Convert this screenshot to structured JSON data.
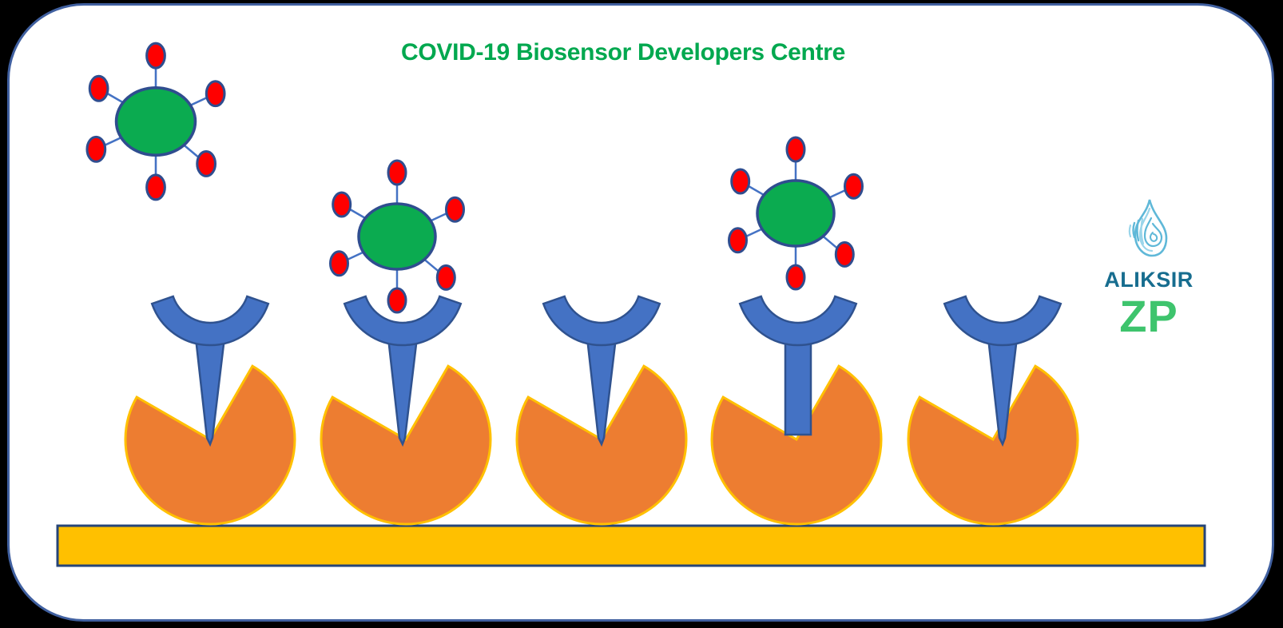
{
  "title": {
    "text": "COVID-19 Biosensor Developers Centre"
  },
  "logos": {
    "aliksir": {
      "label": "ALIKSIR"
    },
    "zp": {
      "label": "ZP"
    }
  },
  "diagram": {
    "substrate_bar": {
      "name": "sensor-substrate-bar"
    },
    "biosensor_units": [
      {
        "name": "biosensor-unit-1",
        "receptor": "antibody",
        "virus_bound": false
      },
      {
        "name": "biosensor-unit-2",
        "receptor": "antibody",
        "virus_bound": true
      },
      {
        "name": "biosensor-unit-3",
        "receptor": "antibody",
        "virus_bound": false
      },
      {
        "name": "biosensor-unit-4",
        "receptor": "antibody",
        "virus_bound": true
      },
      {
        "name": "biosensor-unit-5",
        "receptor": "antibody",
        "virus_bound": false
      }
    ],
    "virus_particles": {
      "count": 3,
      "free": 1,
      "captured": 2,
      "spikes_per_particle": 6
    }
  },
  "colors": {
    "background": "#000000",
    "panel_border": "#4060A0",
    "title_green": "#00A84F",
    "virus_green": "#0BAB50",
    "spike_red": "#FF0000",
    "virus_outline": "#2F4D8F",
    "antibody_blue": "#4472C4",
    "antibody_outline": "#2F528F",
    "enzyme_orange": "#ED7D31",
    "enzyme_outline": "#FFC000",
    "substrate_gold": "#FFC000",
    "substrate_outline": "#264478",
    "aliksir_teal": "#176D8F",
    "drop_blue": "#5FB8D8",
    "drop_blue_light": "#9AD5EA",
    "zp_green": "#3EC46D"
  }
}
